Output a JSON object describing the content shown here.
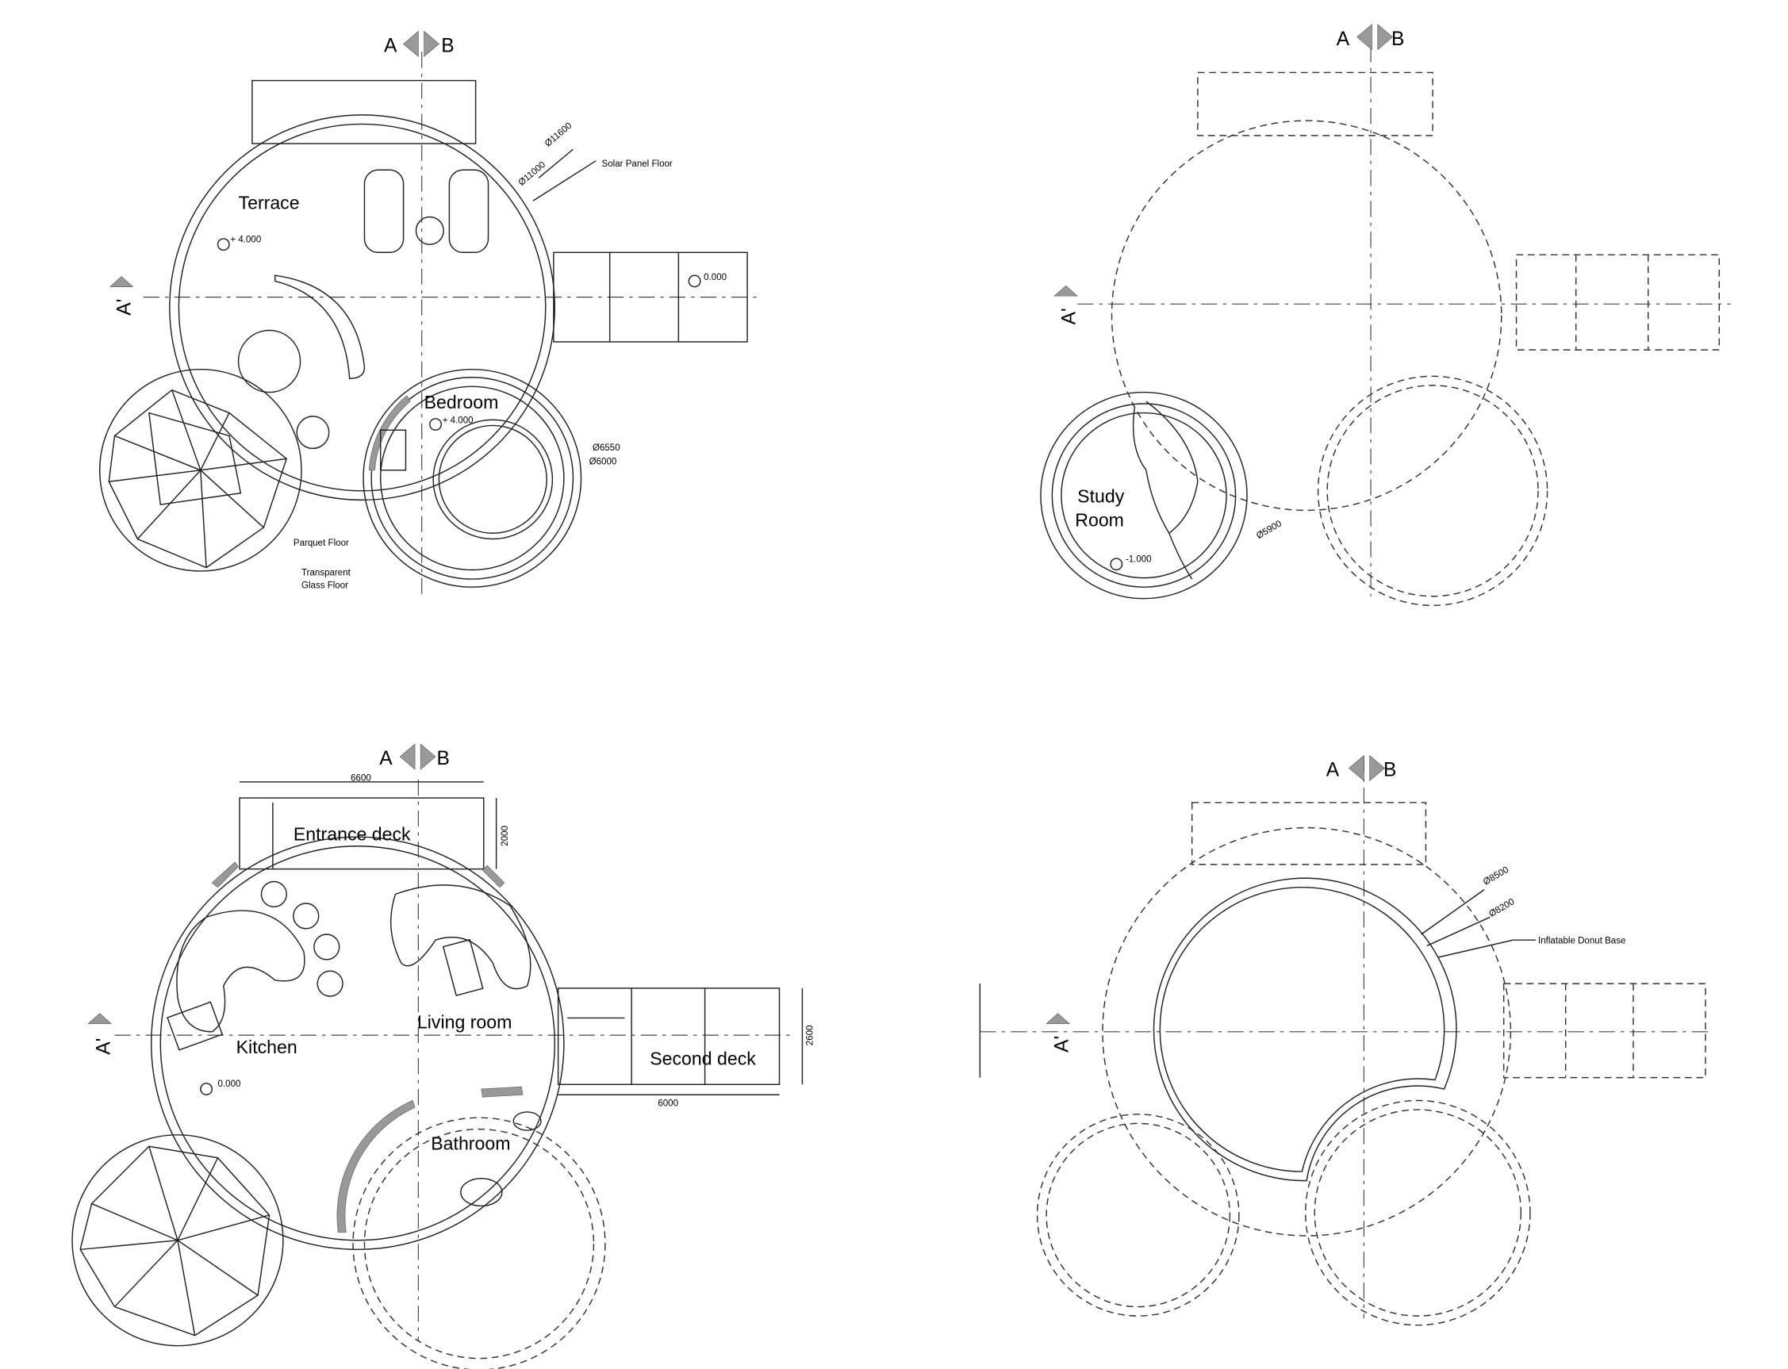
{
  "section_markers": {
    "a": "A",
    "b": "B",
    "a_prime": "A'"
  },
  "plan_upper_level": {
    "rooms": {
      "terrace": "Terrace",
      "bedroom": "Bedroom"
    },
    "levels": {
      "terrace": "+ 4.000",
      "bedroom": "+ 4.000",
      "deck": "0.000"
    },
    "dimensions": {
      "outer": "Ø11600",
      "inner": "Ø11000",
      "bedroom_outer": "Ø6550",
      "bedroom_inner": "Ø6000"
    },
    "notes": {
      "solar": "Solar Panel Floor",
      "parquet": "Parquet Floor",
      "glass_1": "Transparent",
      "glass_2": "Glass Floor"
    }
  },
  "plan_basement": {
    "rooms": {
      "study_1": "Study",
      "study_2": "Room"
    },
    "levels": {
      "study": "-1.000"
    },
    "dimensions": {
      "study": "Ø5900"
    }
  },
  "plan_ground": {
    "rooms": {
      "entrance": "Entrance deck",
      "living": "Living room",
      "kitchen": "Kitchen",
      "second_deck": "Second deck",
      "bathroom": "Bathroom"
    },
    "levels": {
      "kitchen": "0.000"
    },
    "dimensions": {
      "deck_width": "6600",
      "deck_depth": "2000",
      "second_deck_width": "6000",
      "second_deck_depth": "2600"
    }
  },
  "plan_base": {
    "dimensions": {
      "outer": "Ø8500",
      "inner": "Ø8200"
    },
    "notes": {
      "donut": "Inflatable Donut Base"
    }
  }
}
